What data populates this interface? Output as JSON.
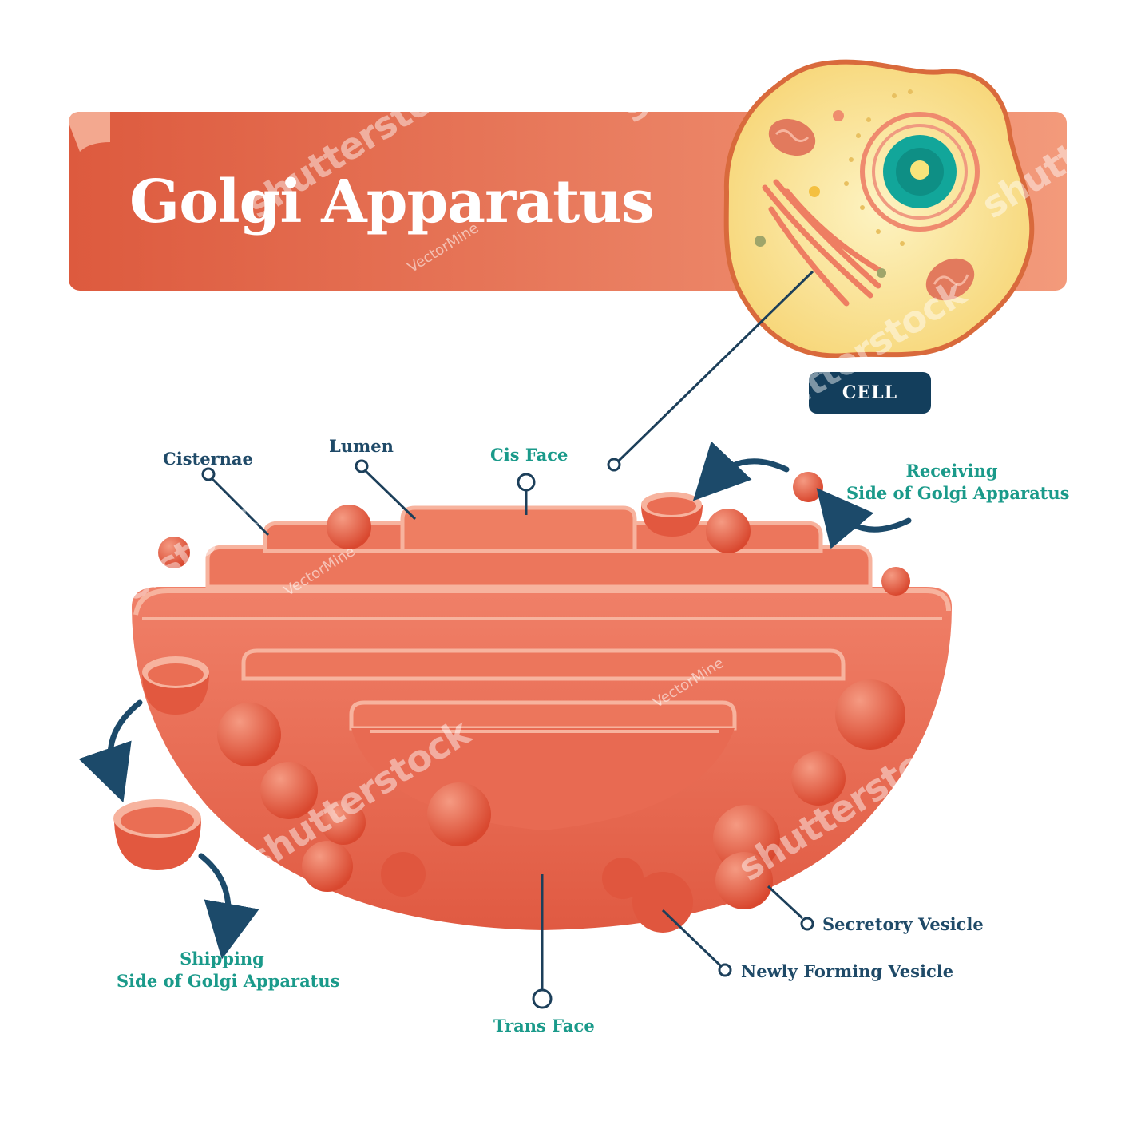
{
  "title": "Golgi Apparatus",
  "cell_badge": "CELL",
  "labels": {
    "cisternae": "Cisternae",
    "lumen": "Lumen",
    "cis_face": "Cis Face",
    "receiving_line1": "Receiving",
    "receiving_line2": "Side of Golgi Apparatus",
    "shipping_line1": "Shipping",
    "shipping_line2": "Side of Golgi Apparatus",
    "trans_face": "Trans Face",
    "secretory_vesicle": "Secretory Vesicle",
    "newly_forming_vesicle": "Newly Forming Vesicle"
  },
  "watermarks": {
    "stock": "shutterstock",
    "author": "VectorMine"
  },
  "colors": {
    "banner": "#e5674a",
    "organelle": "#e8715a",
    "organelle_light": "#f6a48f",
    "vesicle": "#e0513c",
    "cell_fill": "#f9e08f",
    "cell_border": "#d96a3c",
    "nucleus": "#12a69a",
    "label_dark": "#1f4a68",
    "label_teal": "#1a9a8a",
    "badge": "#133e5c"
  }
}
